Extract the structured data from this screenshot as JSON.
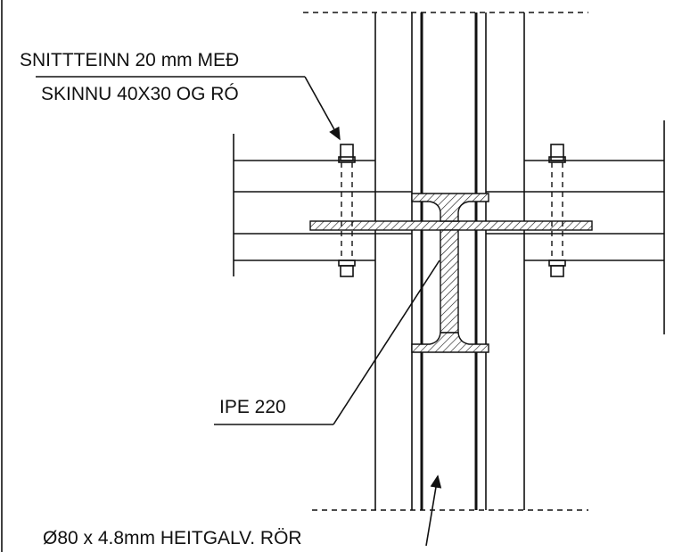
{
  "labels": {
    "bolt_line1": "SNITTTEINN 20 mm MEÐ",
    "bolt_line2": "SKINNU 40X30 OG RÓ",
    "beam": "IPE 220",
    "pipe": "Ø80 x 4.8mm  HEITGALV. RÖR"
  },
  "icons": {
    "bolt": "bolt-with-nut-icon",
    "arrow": "leader-arrow-icon"
  },
  "colors": {
    "line": "#111111",
    "background": "#ffffff"
  }
}
